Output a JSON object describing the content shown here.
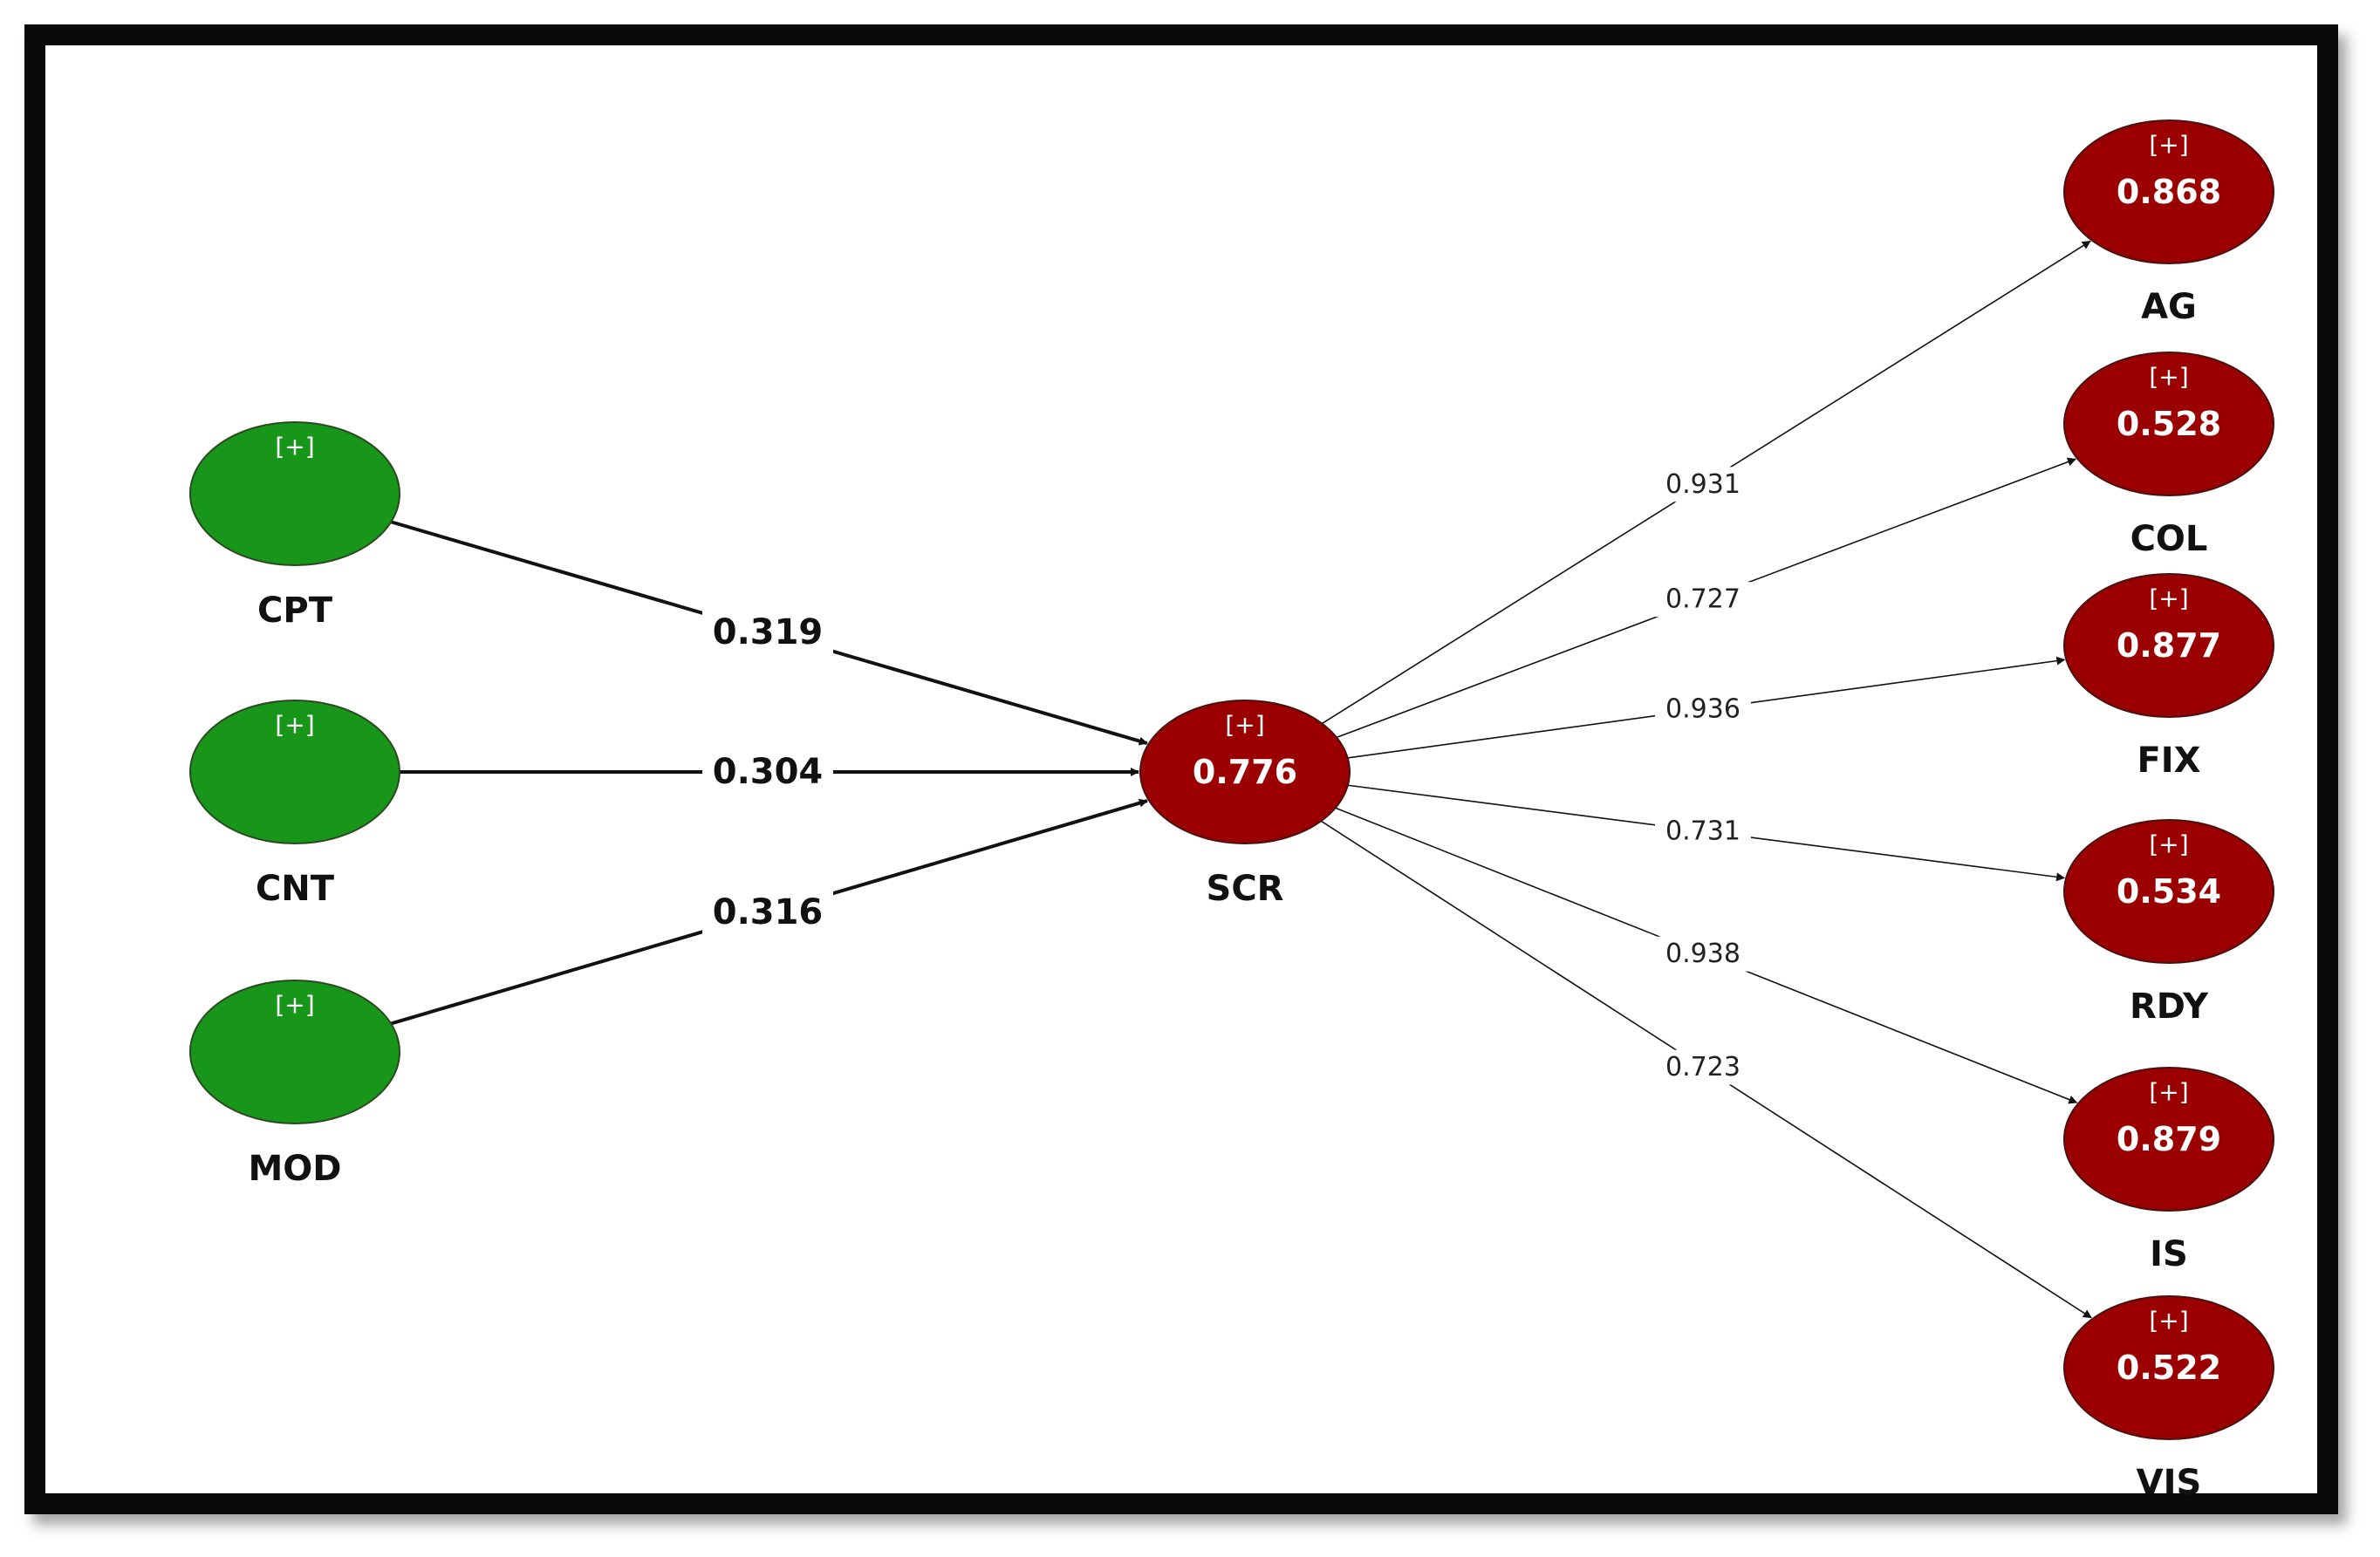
{
  "colors": {
    "exogenous_fill": "#17961a",
    "exogenous_stroke": "#2b4a22",
    "endogenous_fill": "#9b0000",
    "endogenous_stroke": "#4a1010",
    "edge": "#111111"
  },
  "expand_symbol": "[+]",
  "nodes": [
    {
      "id": "CPT",
      "label": "CPT",
      "value": "",
      "kind": "exogenous"
    },
    {
      "id": "CNT",
      "label": "CNT",
      "value": "",
      "kind": "exogenous"
    },
    {
      "id": "MOD",
      "label": "MOD",
      "value": "",
      "kind": "exogenous"
    },
    {
      "id": "SCR",
      "label": "SCR",
      "value": "0.776",
      "kind": "endogenous"
    },
    {
      "id": "AG",
      "label": "AG",
      "value": "0.868",
      "kind": "endogenous"
    },
    {
      "id": "COL",
      "label": "COL",
      "value": "0.528",
      "kind": "endogenous"
    },
    {
      "id": "FIX",
      "label": "FIX",
      "value": "0.877",
      "kind": "endogenous"
    },
    {
      "id": "RDY",
      "label": "RDY",
      "value": "0.534",
      "kind": "endogenous"
    },
    {
      "id": "IS",
      "label": "IS",
      "value": "0.879",
      "kind": "endogenous"
    },
    {
      "id": "VIS",
      "label": "VIS",
      "value": "0.522",
      "kind": "endogenous"
    }
  ],
  "edges": [
    {
      "from": "CPT",
      "to": "SCR",
      "coef": "0.319",
      "type": "path"
    },
    {
      "from": "CNT",
      "to": "SCR",
      "coef": "0.304",
      "type": "path"
    },
    {
      "from": "MOD",
      "to": "SCR",
      "coef": "0.316",
      "type": "path"
    },
    {
      "from": "SCR",
      "to": "AG",
      "coef": "0.931",
      "type": "loading"
    },
    {
      "from": "SCR",
      "to": "COL",
      "coef": "0.727",
      "type": "loading"
    },
    {
      "from": "SCR",
      "to": "FIX",
      "coef": "0.936",
      "type": "loading"
    },
    {
      "from": "SCR",
      "to": "RDY",
      "coef": "0.731",
      "type": "loading"
    },
    {
      "from": "SCR",
      "to": "IS",
      "coef": "0.938",
      "type": "loading"
    },
    {
      "from": "SCR",
      "to": "VIS",
      "coef": "0.723",
      "type": "loading"
    }
  ]
}
